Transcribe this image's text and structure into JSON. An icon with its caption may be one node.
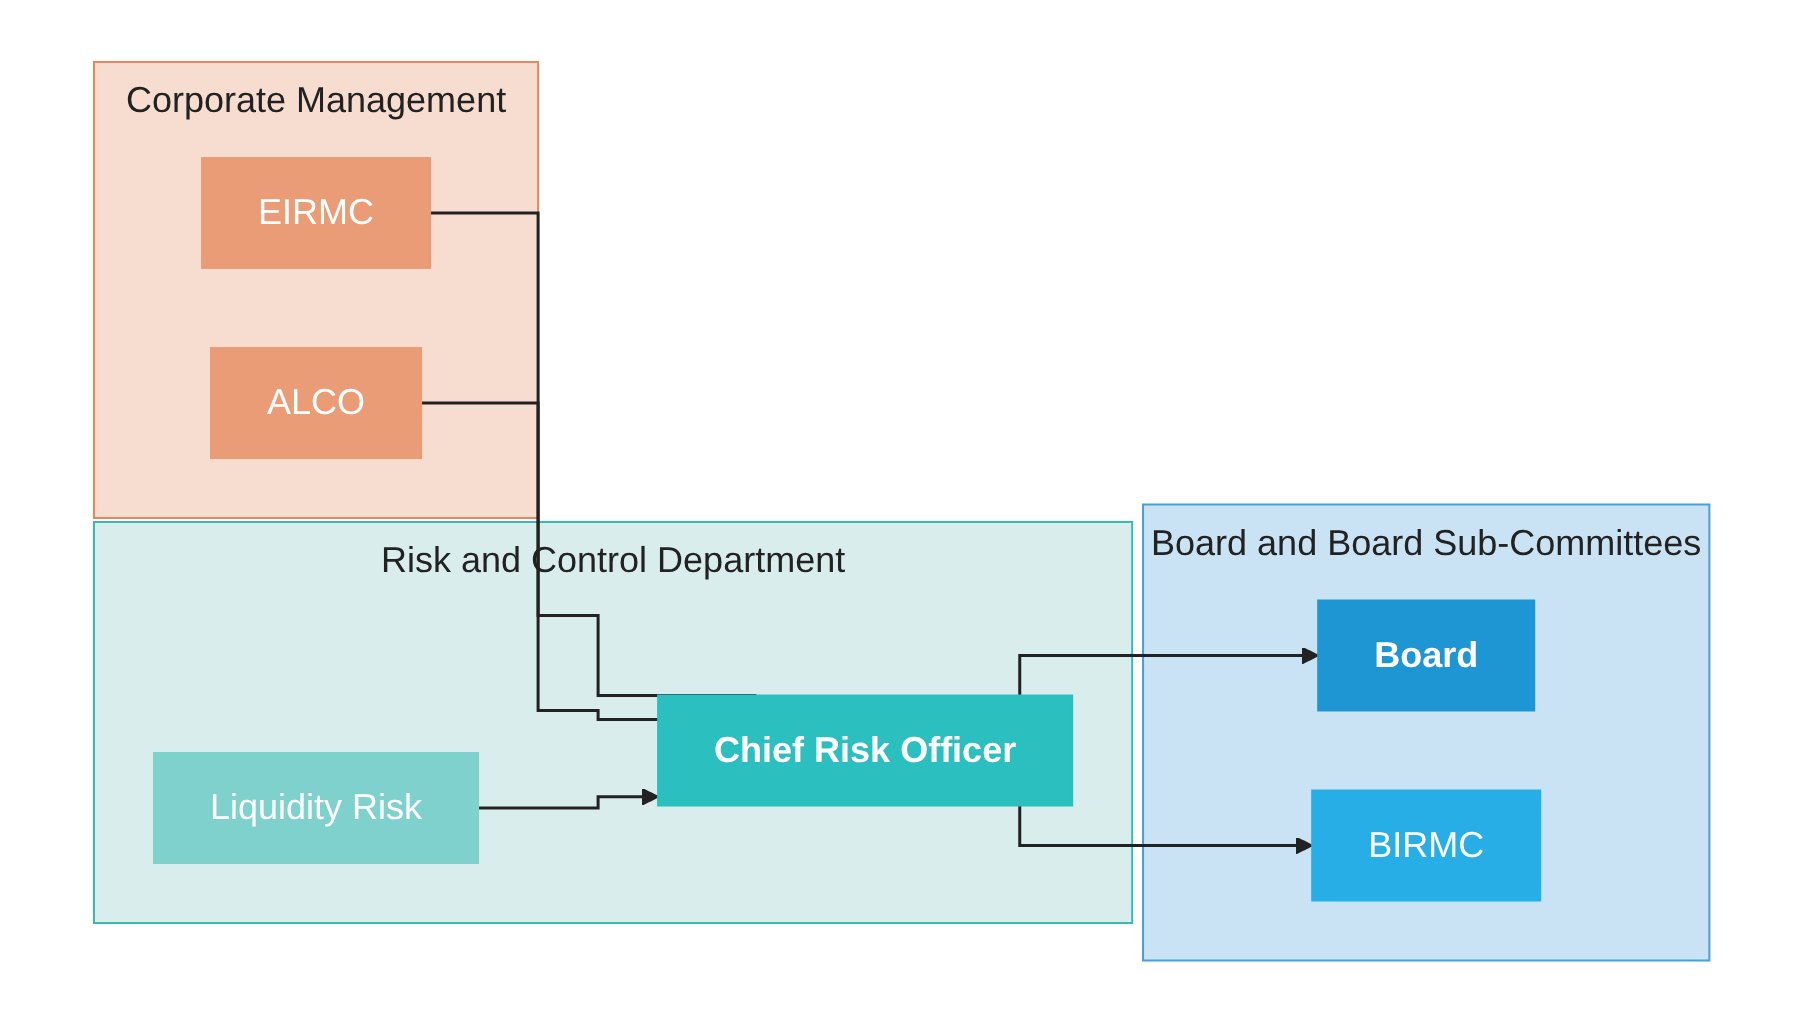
{
  "diagram": {
    "nodes": [
      {
        "text": [
          "Board and Board Sub-Committees"
        ]
      },
      {
        "text": [
          "Board"
        ],
        "in": 0
      },
      {
        "text": [
          "BIRMC"
        ],
        "in": 0
      },
      {
        "text": [
          "Corporate Management"
        ]
      },
      {
        "text": [
          "EIRMC"
        ],
        "in": 3
      },
      {
        "text": [
          "ALCO"
        ],
        "in": 3
      },
      {
        "text": [
          "Risk and Control Department"
        ]
      },
      {
        "text": [
          "Chief Risk Officer"
        ],
        "in": 6
      },
      {
        "text": [
          "Liquidity Risk"
        ],
        "in": 6
      }
    ],
    "edges": [
      {
        "from": 7,
        "to": 1,
        "arrow": "to"
      },
      {
        "from": 7,
        "to": 2,
        "arrow": "to"
      },
      {
        "from": 4,
        "to": 7,
        "arrow": "none"
      },
      {
        "from": 5,
        "to": 7,
        "arrow": "none"
      },
      {
        "from": 8,
        "to": 7,
        "arrow": "to"
      }
    ]
  }
}
